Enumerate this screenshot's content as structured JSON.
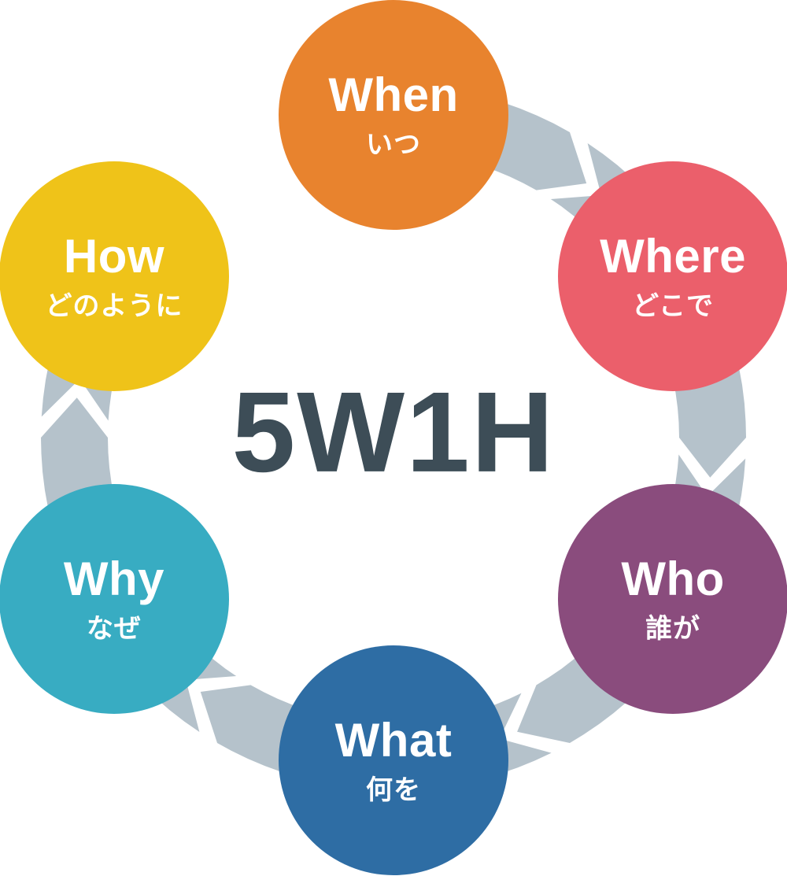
{
  "diagram": {
    "title": "5W1H",
    "type": "cycle",
    "background_color": "#FFFFFF",
    "center": {
      "label": "5W1H",
      "color": "#3D4D57"
    },
    "ring": {
      "color": "#B5C2CB",
      "direction": "clockwise",
      "arrow_count": 5,
      "gap_between": [
        "how",
        "when"
      ]
    },
    "nodes": [
      {
        "id": "when",
        "label": "When",
        "sublabel": "いつ",
        "color": "#E8832E",
        "angle": -90
      },
      {
        "id": "where",
        "label": "Where",
        "sublabel": "どこで",
        "color": "#EB5F6B",
        "angle": -30
      },
      {
        "id": "who",
        "label": "Who",
        "sublabel": "誰が",
        "color": "#8A4C7D",
        "angle": 30
      },
      {
        "id": "what",
        "label": "What",
        "sublabel": "何を",
        "color": "#2E6DA4",
        "angle": 90
      },
      {
        "id": "why",
        "label": "Why",
        "sublabel": "なぜ",
        "color": "#38ACC2",
        "angle": 150
      },
      {
        "id": "how",
        "label": "How",
        "sublabel": "どのように",
        "color": "#EFC319",
        "angle": 210
      }
    ],
    "sequence": [
      "When",
      "Where",
      "Who",
      "What",
      "Why",
      "How"
    ],
    "label_text_color": "#FFFFFF"
  }
}
